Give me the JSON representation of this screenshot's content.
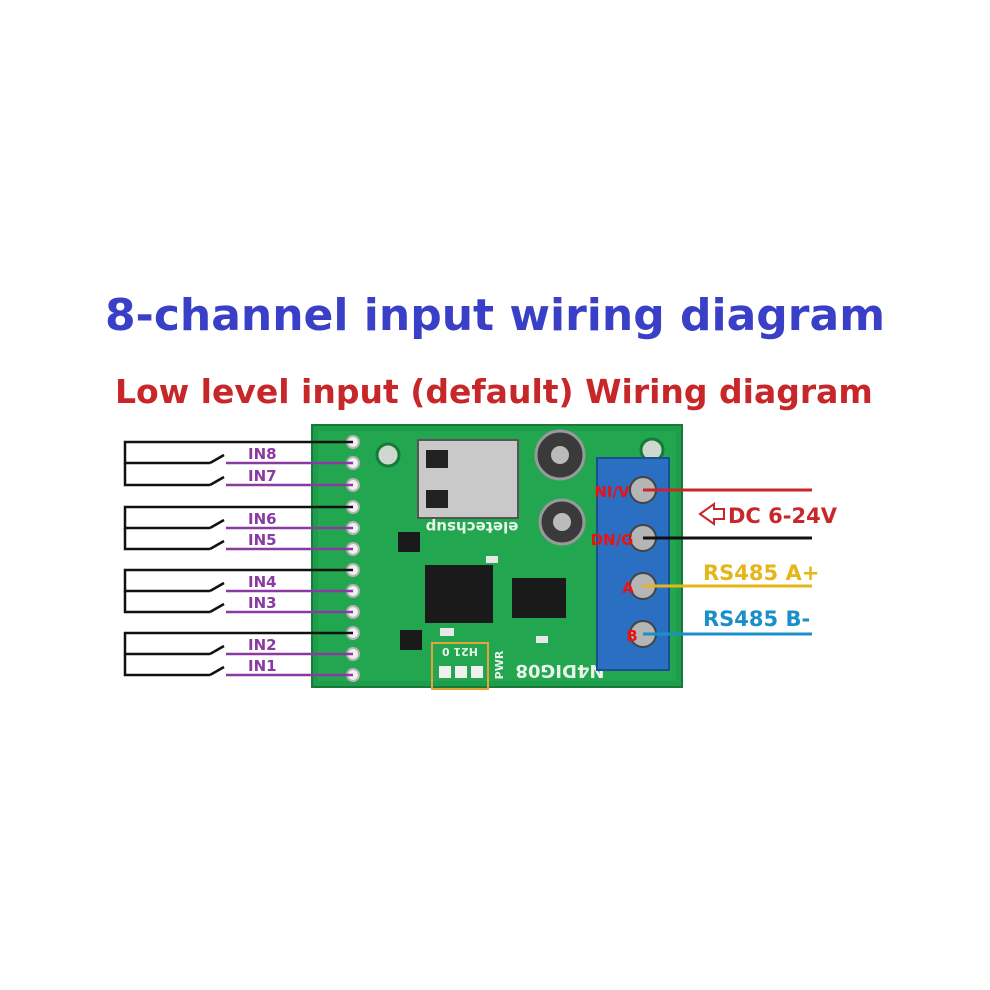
{
  "diagram": {
    "title": "8-channel input wiring diagram",
    "subtitle": "Low level input (default)  Wiring diagram",
    "inputs": [
      "IN8",
      "IN7",
      "IN6",
      "IN5",
      "IN4",
      "IN3",
      "IN2",
      "IN1"
    ],
    "board": {
      "brand_silk": "eletechsup",
      "model_silk": "N4DIG08",
      "pwr_silk": "PWR",
      "jumper_silk": "H21 0",
      "terminal_pins": [
        "NI/V",
        "DN/G",
        "A",
        "B"
      ]
    },
    "wires": [
      {
        "label": "DC 6-24V",
        "color": "#c8272a"
      },
      {
        "label": "RS485 A+",
        "color": "#e5b61a"
      },
      {
        "label": "RS485 B-",
        "color": "#1a8fc9"
      }
    ],
    "colors": {
      "title": "#3a3fc8",
      "subtitle": "#c8272a",
      "input_label": "#8a3aa0",
      "pcb": "#1e9e4a",
      "terminal": "#2a6fc2"
    }
  }
}
